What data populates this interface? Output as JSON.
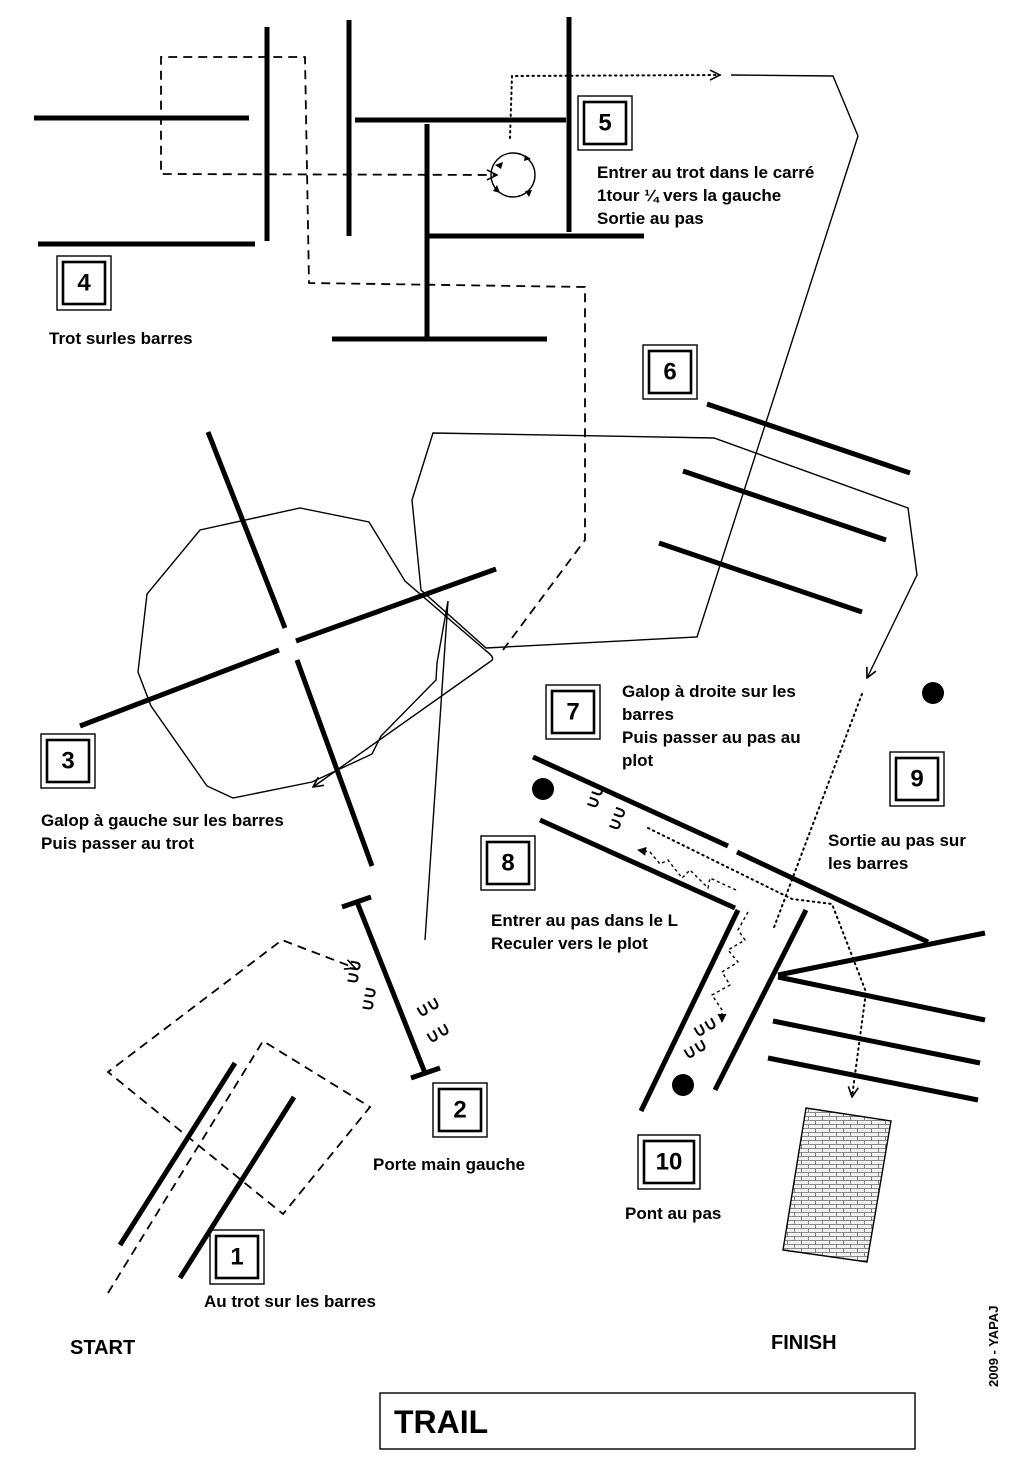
{
  "title": "TRAIL",
  "credit": "2009 - YAPAJ",
  "start_label": "START",
  "finish_label": "FINISH",
  "hoof_mark": "∪∪",
  "obstacles": [
    {
      "number": "1",
      "lines": [
        "Au trot sur les barres"
      ]
    },
    {
      "number": "2",
      "lines": [
        "Porte main gauche"
      ]
    },
    {
      "number": "3",
      "lines": [
        "Galop à gauche sur les barres",
        "Puis passer au trot"
      ]
    },
    {
      "number": "4",
      "lines": [
        "Trot surles barres"
      ]
    },
    {
      "number": "5",
      "lines": [
        "Entrer au trot dans le carré",
        "1tour ¼ vers la gauche",
        "Sortie au pas"
      ]
    },
    {
      "number": "6",
      "lines": []
    },
    {
      "number": "7",
      "lines": [
        "Galop à droite sur les",
        "barres",
        "Puis passer au pas au",
        "plot"
      ]
    },
    {
      "number": "8",
      "lines": [
        "Entrer au pas dans le L",
        "Reculer vers le plot"
      ]
    },
    {
      "number": "9",
      "lines": [
        "Sortie au pas sur",
        "les barres"
      ]
    },
    {
      "number": "10",
      "lines": [
        "Pont au pas"
      ]
    }
  ]
}
